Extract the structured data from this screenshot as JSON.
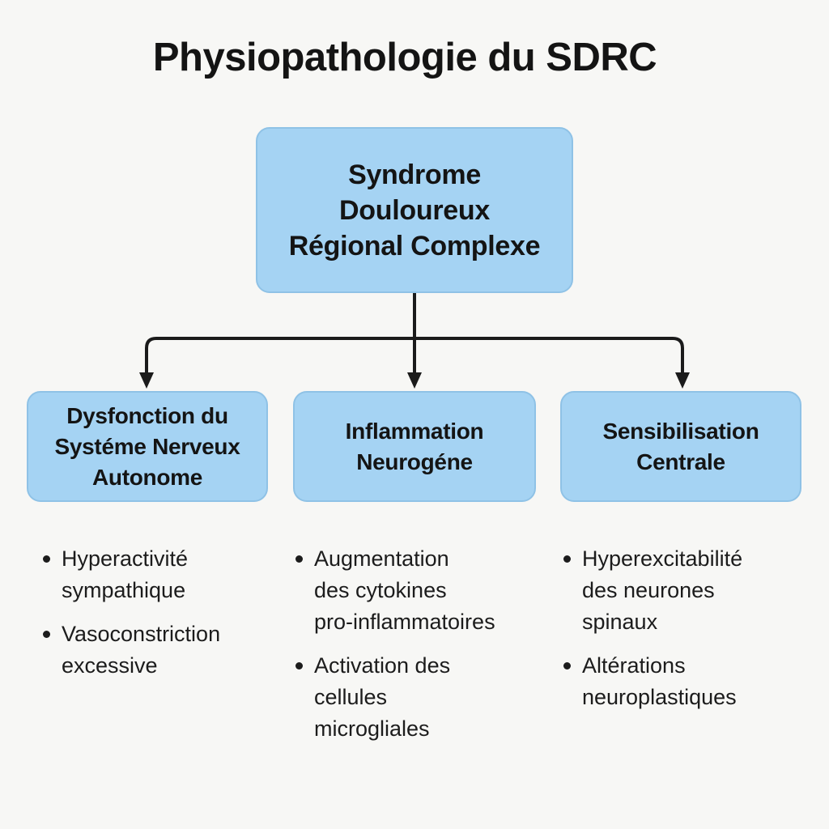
{
  "title": "Physiopathologie du SDRC",
  "root": {
    "lines": [
      "Syndrome",
      "Douloureux",
      "Régional Complexe"
    ]
  },
  "columns": [
    {
      "box": {
        "lines": [
          "Dysfonction du",
          "Systéme Nerveux",
          "Autonome"
        ]
      },
      "bullets": [
        {
          "lines": [
            "Hyperactivité",
            "sympathique"
          ]
        },
        {
          "lines": [
            "Vasoconstriction",
            "excessive"
          ]
        }
      ]
    },
    {
      "box": {
        "lines": [
          "Inflammation",
          "Neurogéne"
        ]
      },
      "bullets": [
        {
          "lines": [
            "Augmentation",
            "des cytokines",
            "pro-inflammatoires"
          ]
        },
        {
          "lines": [
            "Activation des",
            "cellules",
            "microgliales"
          ]
        }
      ]
    },
    {
      "box": {
        "lines": [
          "Sensibilisation",
          "Centrale"
        ]
      },
      "bullets": [
        {
          "lines": [
            "Hyperexcitabilité",
            "des neurones",
            "spinaux"
          ]
        },
        {
          "lines": [
            "Altérations",
            "neuroplastiques"
          ]
        }
      ]
    }
  ],
  "colors": {
    "background": "#F7F7F5",
    "box_fill": "#A5D3F3",
    "box_border": "#8FC2E6",
    "line": "#1B1B1B",
    "text": "#141414"
  }
}
